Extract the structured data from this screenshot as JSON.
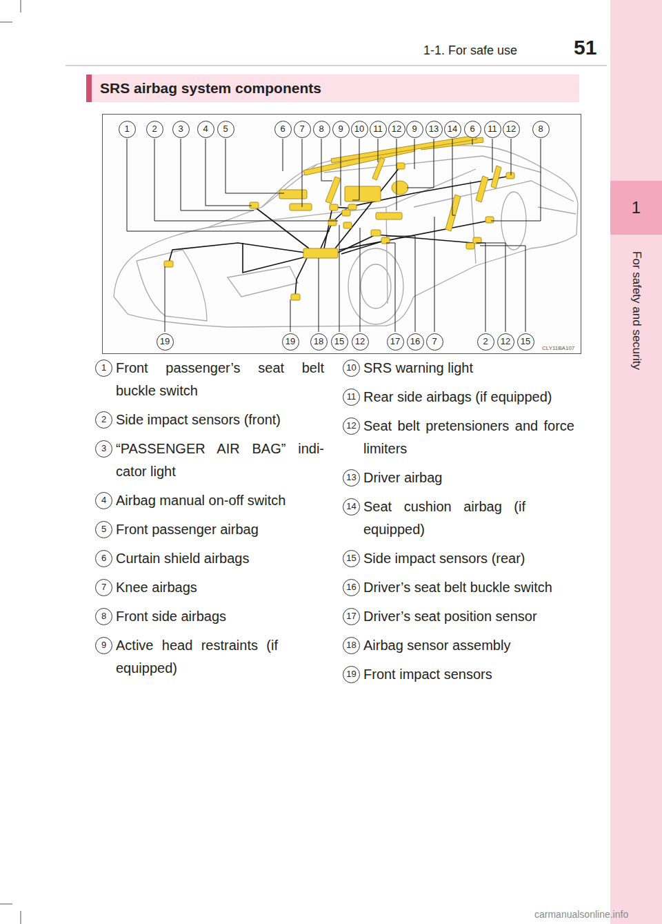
{
  "diagram": {
    "title": "SRS airbag system components",
    "nodes": [
      {
        "text": [
          "1",
          "For safety and security"
        ]
      }
    ],
    "labels": [
      "1-1. For safe use",
      "51",
      "1",
      "2",
      "3",
      "4",
      "5",
      "6",
      "7",
      "8",
      "9",
      "10",
      "11",
      "12",
      "9",
      "13",
      "14",
      "6",
      "11",
      "12",
      "8",
      "19",
      "19",
      "18",
      "15",
      "12",
      "17",
      "16",
      "7",
      "2",
      "12",
      "15",
      "CLY11BA107",
      "1",
      "Front passenger’s seat belt buckle switch",
      "2",
      "Side impact sensors (front)",
      "3",
      "“PASSENGER AIR BAG” indi- cator light",
      "4",
      "Airbag manual on-off switch",
      "5",
      "Front passenger airbag",
      "6",
      "Curtain shield airbags",
      "7",
      "Knee airbags",
      "8",
      "Front side airbags",
      "9",
      "Active head restraints (if equipped)",
      "10",
      "SRS warning light",
      "11",
      "Rear side airbags (if equipped)",
      "12",
      "Seat belt pretensioners and force limiters",
      "13",
      "Driver airbag",
      "14",
      "Seat cushion airbag (if equipped)",
      "15",
      "Side impact sensors (rear)",
      "16",
      "Driver’s seat belt buckle switch",
      "17",
      "Driver’s seat position sensor",
      "18",
      "Airbag sensor assembly",
      "19",
      "Front impact sensors",
      "carmanualsonline.info"
    ]
  }
}
